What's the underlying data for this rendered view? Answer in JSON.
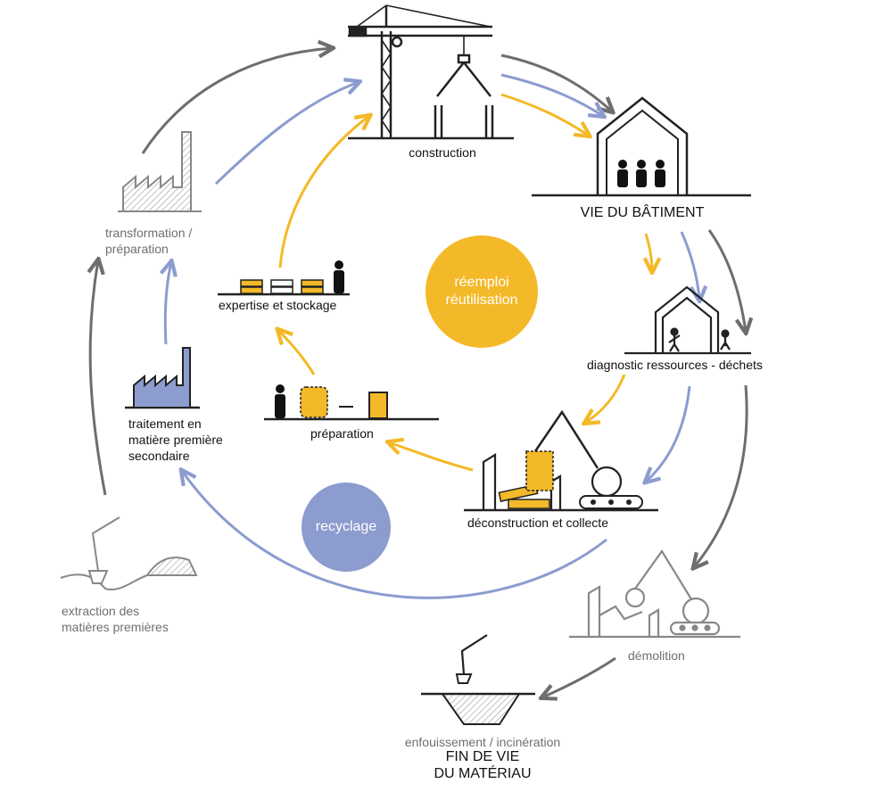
{
  "colors": {
    "reuse": "#F4B928",
    "recycle": "#8C9CCF",
    "linear": "#6E6E6E",
    "ink": "#222222"
  },
  "hubs": {
    "reuse": {
      "line1": "réemploi",
      "line2": "réutilisation"
    },
    "recycle": {
      "label": "recyclage"
    }
  },
  "stages": {
    "construction": "construction",
    "building_life": "VIE DU BÂTIMENT",
    "diagnostic": "diagnostic ressources - déchets",
    "deconstruction": "déconstruction et collecte",
    "demolition": "démolition",
    "landfill": "enfouissement / incinération",
    "end_of_life": [
      "FIN DE VIE",
      "DU MATÉRIAU"
    ],
    "extraction": [
      "extraction des",
      "matières premières"
    ],
    "treatment": [
      "traitement en",
      "matière première",
      "secondaire"
    ],
    "transformation": [
      "transformation /",
      "préparation"
    ],
    "expertise": "expertise et stockage",
    "preparation": "préparation"
  },
  "icons": {
    "construction": "crane-icon",
    "building_life": "house-with-people-icon",
    "diagnostic": "house-inspection-icon",
    "deconstruction": "excavator-deconstruction-icon",
    "demolition": "excavator-wrecking-ball-icon",
    "landfill": "landfill-pit-icon",
    "extraction": "extraction-excavator-icon",
    "treatment": "factory-blue-icon",
    "transformation": "factory-grey-icon",
    "expertise": "storage-pallets-icon",
    "preparation": "material-preparation-icon"
  }
}
